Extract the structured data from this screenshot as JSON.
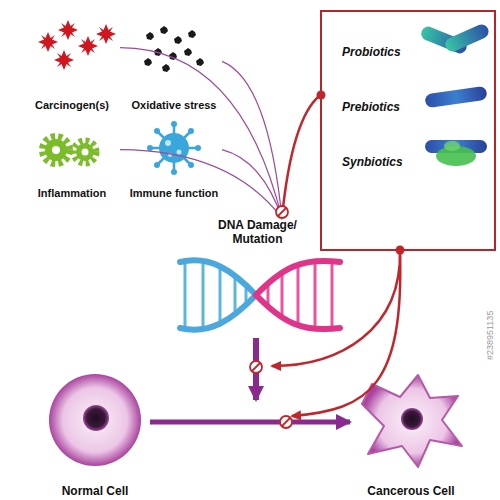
{
  "diagram": {
    "nodes": [
      {
        "text": [
          "Carcinogen(s)"
        ]
      },
      {
        "text": [
          "Oxidative stress"
        ]
      },
      {
        "text": [
          "Inflammation"
        ]
      },
      {
        "text": [
          "Immune function"
        ]
      },
      {
        "text": [
          "Probiotics",
          "Prebiotics",
          "Synbiotics"
        ]
      },
      {
        "text": [
          "DNA Damage/ Mutation"
        ]
      },
      {
        "text": [
          "Normal Cell"
        ]
      },
      {
        "text": [
          "Cancerous Cell"
        ]
      }
    ],
    "edges": [
      {
        "from": 0,
        "to": 5,
        "arrow": "none"
      },
      {
        "from": 1,
        "to": 5,
        "arrow": "none"
      },
      {
        "from": 2,
        "to": 5,
        "arrow": "none"
      },
      {
        "from": 3,
        "to": 5,
        "arrow": "none"
      },
      {
        "from": 4,
        "to": 5,
        "arrow": "to"
      },
      {
        "from": 6,
        "to": 7,
        "arrow": "to"
      }
    ],
    "labels": [
      "#238951135"
    ]
  }
}
